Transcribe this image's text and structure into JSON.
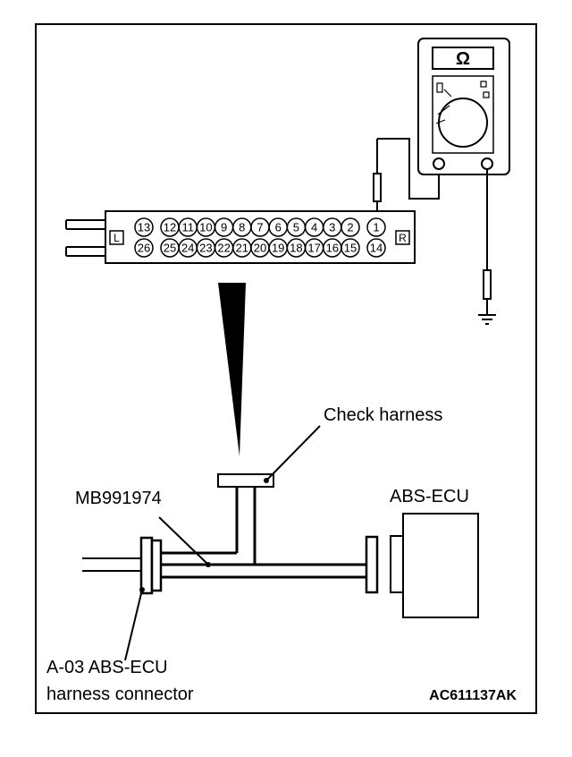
{
  "labels": {
    "check_harness": "Check harness",
    "mb_part": "MB991974",
    "abs_ecu": "ABS-ECU",
    "connector_line1": "A-03 ABS-ECU",
    "connector_line2": "harness connector",
    "figure_code": "AC611137AK"
  },
  "connector": {
    "left_marker": "L",
    "right_marker": "R",
    "top_pins": [
      "13",
      "12",
      "11",
      "10",
      "9",
      "8",
      "7",
      "6",
      "5",
      "4",
      "3",
      "2",
      "1"
    ],
    "bottom_pins": [
      "26",
      "25",
      "24",
      "23",
      "22",
      "21",
      "20",
      "19",
      "18",
      "17",
      "16",
      "15",
      "14"
    ]
  },
  "meter": {
    "symbol": "Ω"
  }
}
